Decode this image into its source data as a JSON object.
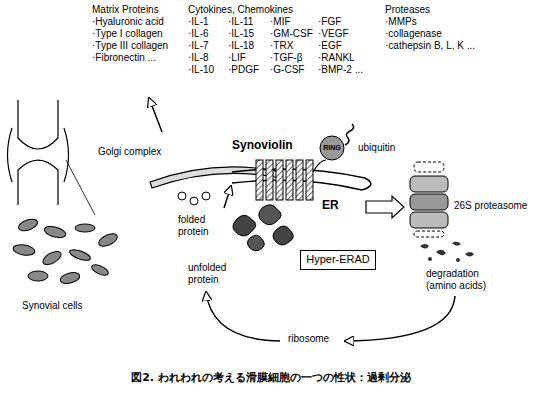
{
  "diagram": {
    "caption": "図2. われわれの考える滑膜細胞の一つの性状：過剰分泌",
    "nodes": [
      {
        "text": [
          "RING"
        ]
      },
      {
        "text": [
          "Hyper-ERAD"
        ]
      }
    ],
    "labels": [
      "Matrix Proteins",
      "·Hyaluronic acid",
      "·Type I collagen",
      "·Type III collagen",
      "·Fibronectin ...",
      "Cytokines, Chemokines",
      "·IL-1",
      "·IL-6",
      "·IL-7",
      "·IL-8",
      "·IL-10",
      "·IL-11",
      "·IL-15",
      "·IL-18",
      "·LIF",
      "·PDGF",
      "·MIF",
      "·GM-CSF",
      "·TRX",
      "·TGF-β",
      "·G-CSF",
      "·FGF",
      "·VEGF",
      "·EGF",
      "·RANKL",
      "·BMP-2 ...",
      "Proteases",
      "·MMPs",
      "·collagenase",
      "·cathepsin B, L, K ...",
      "Golgi complex",
      "Synoviolin",
      "ubiquitin",
      "ER",
      "26S proteasome",
      "folded protein",
      "unfolded protein",
      "degradation (amino acids)",
      "ribosome",
      "Synovial cells"
    ]
  }
}
